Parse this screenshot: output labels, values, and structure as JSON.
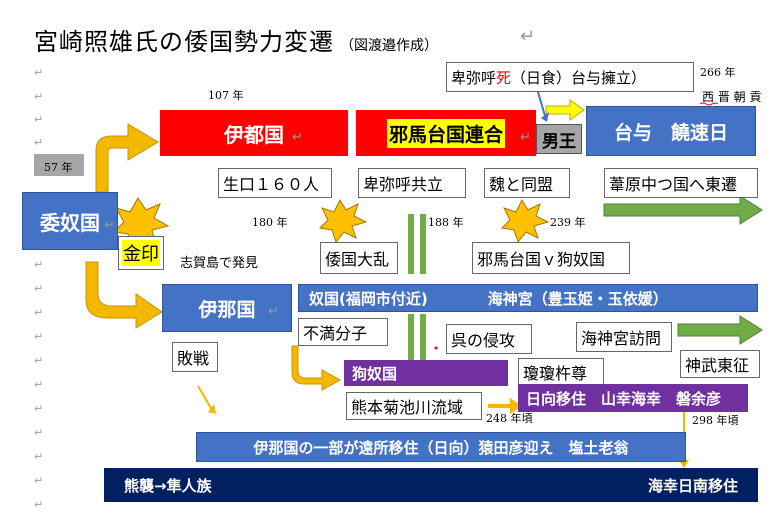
{
  "title": {
    "main": "宮崎照雄氏の倭国勢力変遷",
    "sub": "（図渡邉作成）"
  },
  "paragraph_mark": "↵",
  "years": {
    "y57": "57 年",
    "y107": "107 年",
    "y180": "180 年",
    "y188": "188 年",
    "y239": "239 年",
    "y248": "248 年頃",
    "y266": "266 年",
    "y298": "298 年頃"
  },
  "nodes": {
    "wanu": "委奴国",
    "kinin": "金印",
    "shikanoshima": "志賀島で発見",
    "itokoku": "伊都国",
    "seikou": "生口１６０人",
    "wakoku_tairan": "倭国大乱",
    "yamatai": "邪馬台国連合",
    "himiko_kyoritsu": "卑弥呼共立",
    "gi_doumei": "魏と同盟",
    "yamatai_vs": "邪馬台国ｖ狗奴国",
    "himiko_shi_prefix": "卑弥呼",
    "himiko_shi_death": "死",
    "himiko_shi_suffix": "（日食）台与擁立）",
    "danou": "男王",
    "toyo": "台与　饒速日",
    "ashihara": "葦原中つ国へ東遷",
    "seishin": "西 晋 朝 貢",
    "inakoku": "伊那国",
    "haisen": "敗戦",
    "nakoku_bar": "奴国(福岡市付近)　　　　海神宮（豊玉姫・玉依媛）",
    "fuman": "不満分子",
    "go_shinkou": "呉の侵攻",
    "watatsumi_houmon": "海神宮訪問",
    "kunakoku": "狗奴国",
    "jinmu": "神武東征",
    "ninigi": "瓊瓊杵尊",
    "kumamoto": "熊本菊池川流域",
    "hyuga_bar": "日向移住　山幸海幸　磐余彦",
    "ina_bar": "伊那国の一部が遠所移住（日向）猿田彦迎え　塩土老翁",
    "kumaso": "熊襲→隼人族",
    "umisachi": "海幸日南移住"
  },
  "colors": {
    "blue": "#4472c4",
    "red": "#ff0000",
    "purple": "#7030a0",
    "navy": "#002060",
    "green": "#70ad47",
    "orange_arrow": "#f5b800",
    "starburst": "#ffc000",
    "yellow_highlight": "#ffff00",
    "grey_box": "#a6a6a6",
    "death_text": "#ff0000"
  },
  "icons": {
    "starburst": "explosion-starburst-icon",
    "arrow_orange": "curved-orange-arrow-icon",
    "arrow_green": "green-right-arrow-icon"
  }
}
